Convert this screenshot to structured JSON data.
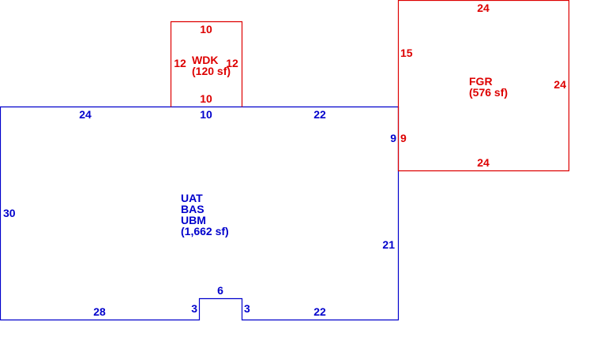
{
  "colors": {
    "main": "#0000cc",
    "addition": "#dd0000",
    "background": "#ffffff"
  },
  "main_structure": {
    "code_1": "UAT",
    "code_2": "BAS",
    "code_3": "UBM",
    "area": "(1,662 sf)",
    "dim_top_left": "24",
    "dim_top_mid": "10",
    "dim_top_right": "22",
    "dim_left": "30",
    "dim_right_upper": "9",
    "dim_right_lower": "21",
    "dim_bottom_left": "28",
    "dim_bottom_right": "22",
    "dim_notch_top": "6",
    "dim_notch_left": "3",
    "dim_notch_right": "3"
  },
  "deck": {
    "code": "WDK",
    "area": "(120 sf)",
    "dim_top": "10",
    "dim_bottom": "10",
    "dim_left": "12",
    "dim_right": "12"
  },
  "garage": {
    "code": "FGR",
    "area": "(576 sf)",
    "dim_top": "24",
    "dim_bottom": "24",
    "dim_left": "15",
    "dim_right": "24",
    "dim_left_lower": "9"
  }
}
